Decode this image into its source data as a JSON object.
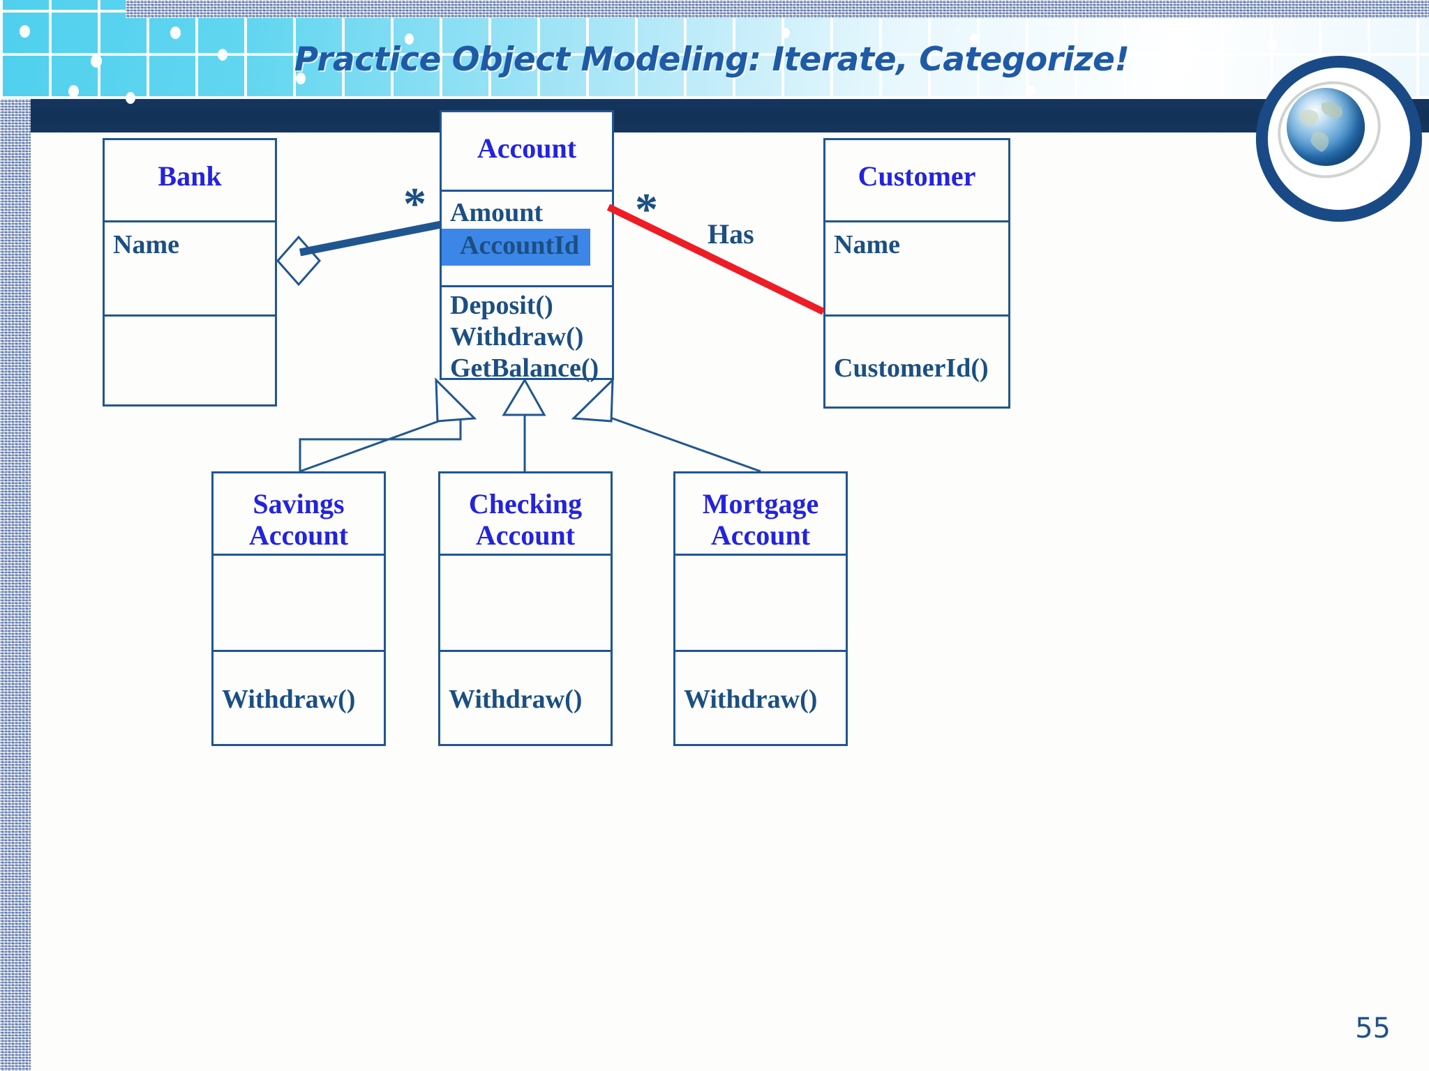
{
  "slide": {
    "title": "Practice Object Modeling: Iterate, Categorize!",
    "page_number": "55",
    "emblem": "globe-icon"
  },
  "colors": {
    "class_name": "#2323e0",
    "member_text": "#1b4f82",
    "box_border": "#20568f",
    "highlight_fill": "#3c86e8",
    "association_red": "#ee1c25",
    "aggregation_blue": "#20568f",
    "title_blue": "#1f5aa6",
    "banner_cyan": "#4fd0ee",
    "navy_band": "#15355f"
  },
  "diagram": {
    "type": "uml-class-diagram",
    "classes": [
      {
        "id": "bank",
        "name": "Bank",
        "attributes": [
          "Name"
        ],
        "operations": []
      },
      {
        "id": "account",
        "name": "Account",
        "attributes": [
          "Amount",
          "AccountId"
        ],
        "highlighted_attribute": "AccountId",
        "operations": [
          "Deposit()",
          "Withdraw()",
          "GetBalance()"
        ]
      },
      {
        "id": "customer",
        "name": "Customer",
        "attributes": [
          "Name"
        ],
        "operations": [
          "CustomerId()"
        ]
      },
      {
        "id": "savings-account",
        "name_line1": "Savings",
        "name_line2": "Account",
        "attributes": [],
        "operations": [
          "Withdraw()"
        ]
      },
      {
        "id": "checking-account",
        "name_line1": "Checking",
        "name_line2": "Account",
        "attributes": [],
        "operations": [
          "Withdraw()"
        ]
      },
      {
        "id": "mortgage-account",
        "name_line1": "Mortgage",
        "name_line2": "Account",
        "attributes": [],
        "operations": [
          "Withdraw()"
        ]
      }
    ],
    "relationships": [
      {
        "id": "bank-account",
        "kind": "aggregation",
        "from": "bank",
        "to": "account",
        "multiplicity_at_target": "*",
        "label": "",
        "color": "#20568f"
      },
      {
        "id": "account-customer",
        "kind": "association",
        "from": "account",
        "to": "customer",
        "multiplicity_at_source": "*",
        "label": "Has",
        "color": "#ee1c25"
      },
      {
        "id": "savings-generalization",
        "kind": "generalization",
        "from": "savings-account",
        "to": "account"
      },
      {
        "id": "checking-generalization",
        "kind": "generalization",
        "from": "checking-account",
        "to": "account"
      },
      {
        "id": "mortgage-generalization",
        "kind": "generalization",
        "from": "mortgage-account",
        "to": "account"
      }
    ],
    "multiplicity_bank_side": "*",
    "multiplicity_customer_side": "*",
    "association_label": "Has"
  }
}
